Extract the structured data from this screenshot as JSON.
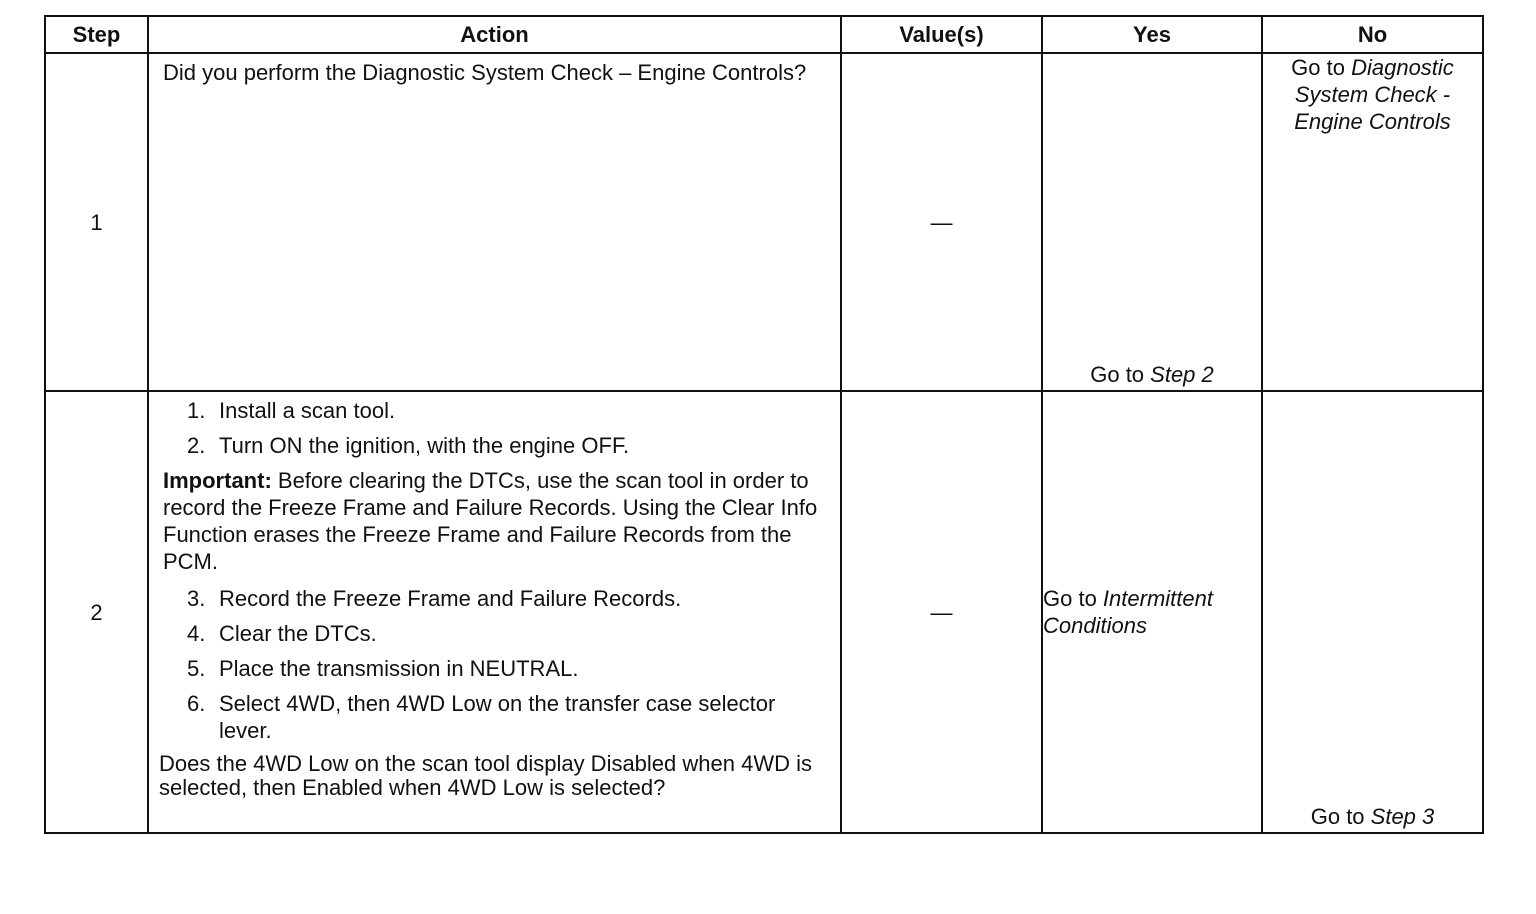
{
  "table": {
    "headers": {
      "step": "Step",
      "action": "Action",
      "values": "Value(s)",
      "yes": "Yes",
      "no": "No"
    },
    "rows": [
      {
        "step": "1",
        "action_text": "Did you perform the Diagnostic System Check – Engine Controls?",
        "value": "—",
        "yes_prefix": "Go to ",
        "yes_ref": "Step 2",
        "no_prefix": "Go to ",
        "no_ref": "Diagnostic System Check - Engine Controls"
      },
      {
        "step": "2",
        "items_before": [
          {
            "num": "1.",
            "text": "Install a scan tool."
          },
          {
            "num": "2.",
            "text": "Turn ON the ignition, with the engine OFF."
          }
        ],
        "important_label": "Important:",
        "important_text": "Before clearing the DTCs, use the scan tool in order to record the Freeze Frame and Failure Records. Using the Clear Info Function erases the Freeze Frame and Failure Records from the PCM.",
        "items_after": [
          {
            "num": "3.",
            "text": "Record the Freeze Frame and Failure Records."
          },
          {
            "num": "4.",
            "text": "Clear the DTCs."
          },
          {
            "num": "5.",
            "text": "Place the transmission in NEUTRAL."
          },
          {
            "num": "6.",
            "text": "Select 4WD, then 4WD Low on the transfer case selector lever."
          }
        ],
        "question": "Does the 4WD Low on the scan tool display Disabled when 4WD is selected, then Enabled when 4WD Low is selected?",
        "value": "—",
        "yes_prefix": "Go to ",
        "yes_ref": "Intermittent Conditions",
        "no_prefix": "Go to ",
        "no_ref": "Step 3"
      }
    ]
  }
}
